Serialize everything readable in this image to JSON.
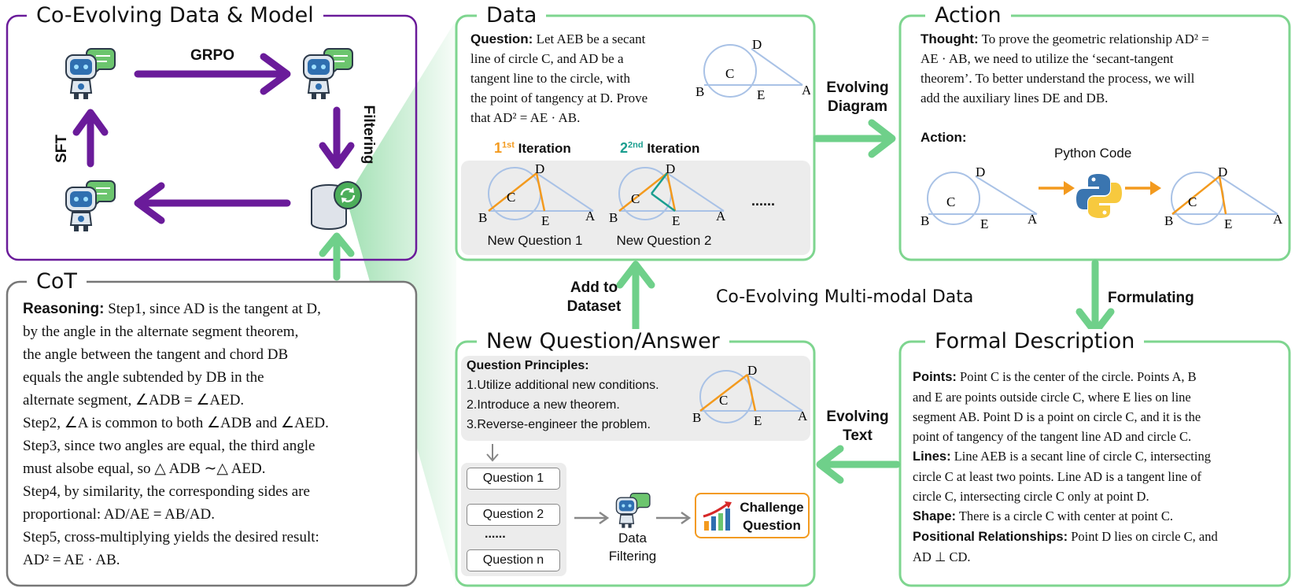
{
  "colors": {
    "purple": "#6a1b9a",
    "green": "#6fd08a",
    "panel_green": "#7ed58f",
    "orange": "#f39a1e",
    "teal": "#1a9e8f",
    "diagram_blue": "#a9c2e6",
    "grey_box": "#ececec"
  },
  "coevolve": {
    "title": "Co-Evolving Data & Model",
    "grpo_label": "GRPO",
    "sft_label": "SFT",
    "filtering_label": "Filtering",
    "icons": [
      "robot-icon",
      "robot-icon",
      "robot-icon",
      "database-refresh-icon"
    ]
  },
  "cot": {
    "title": "CoT",
    "reasoning_label": "Reasoning:",
    "lines": [
      "Step1, since AD is the tangent at D,",
      "by the angle in the alternate segment theorem,",
      "the angle between the tangent and chord DB",
      "equals the angle subtended by DB in the",
      "alternate segment, ∠ADB = ∠AED.",
      "Step2, ∠A is common to both ∠ADB and ∠AED.",
      "Step3, since two angles are equal, the third angle",
      "must alsobe equal, so  △ ADB ∼△ AED.",
      "Step4, by similarity, the corresponding sides are",
      "proportional: AD/AE = AB/AD.",
      "Step5, cross-multiplying yields the desired result:",
      "AD² = AE · AB."
    ]
  },
  "data_panel": {
    "title": "Data",
    "question_label": "Question:",
    "question_lines": [
      "Let AEB be a secant",
      "line of circle C, and AD be a",
      "tangent line to the circle, with",
      "the point of tangency at D. Prove",
      "that AD² = AE · AB."
    ],
    "iter1_label": "Iteration",
    "iter1_sup": "1st",
    "iter2_label": "Iteration",
    "iter2_sup": "2nd",
    "new_question_1": "New Question 1",
    "new_question_2": "New Question 2",
    "ellipsis": "......",
    "point_labels": [
      "D",
      "C",
      "B",
      "E",
      "A"
    ]
  },
  "action_panel": {
    "title": "Action",
    "thought_label": "Thought:",
    "thought_lines": [
      "To prove the geometric relationship AD² =",
      "AE · AB, we need to utilize the ‘secant-tangent",
      "theorem’. To better understand the process, we will",
      "add the auxiliary lines DE  and DB."
    ],
    "action_label": "Action:",
    "python_label": "Python Code",
    "point_labels": [
      "D",
      "C",
      "B",
      "E",
      "A"
    ]
  },
  "arrows": {
    "evolving_diagram": [
      "Evolving",
      "Diagram"
    ],
    "formulating": "Formulating",
    "add_to_dataset": [
      "Add to",
      "Dataset"
    ],
    "evolving_text": [
      "Evolving",
      "Text"
    ]
  },
  "center_label": "Co-Evolving Multi-modal Data",
  "newqa_panel": {
    "title": "New Question/Answer",
    "principles_label": "Question Principles:",
    "principles": [
      "1.Utilize additional new conditions.",
      "2.Introduce a new theorem.",
      "3.Reverse-engineer the problem."
    ],
    "questions": [
      "Question 1",
      "Question 2",
      "Question n"
    ],
    "q_ellipsis": "......",
    "filter_label": [
      "Data",
      "Filtering"
    ],
    "challenge_label": [
      "Challenge",
      "Question"
    ]
  },
  "formal_panel": {
    "title": "Formal Description",
    "points_label": "Points:",
    "points_lines": [
      "Point C is the center of the circle. Points A, B",
      "and E are points outside circle C, where E lies on line",
      "segment AB. Point D is a point on circle C, and it is the",
      "point of tangency of the tangent line AD and circle C."
    ],
    "lines_label": "Lines:",
    "lines_lines": [
      "Line AEB is a secant line of circle C, intersecting",
      "circle C at least two points. Line AD is a tangent line of",
      "circle C, intersecting circle C only at point D."
    ],
    "shape_label": "Shape:",
    "shape_text": "There is a circle C with center at point C.",
    "positional_label": "Positional Relationships:",
    "positional_lines": [
      "Point D lies on circle C, and",
      "AD ⊥ CD."
    ]
  }
}
